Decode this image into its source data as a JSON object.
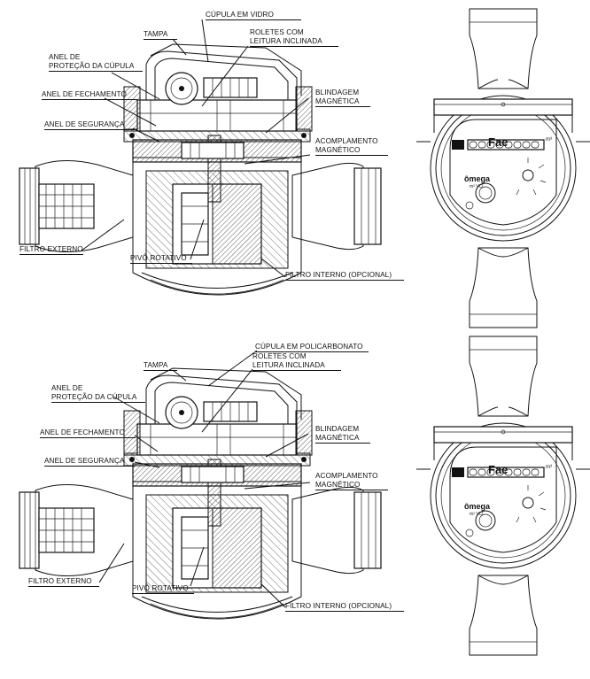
{
  "top": {
    "labels": {
      "cupula": "CÚPULA EM VIDRO",
      "tampa": "TAMPA",
      "roletes_1": "ROLETES COM",
      "roletes_2": "LEITURA INCLINADA",
      "anel_protecao_1": "ANEL DE",
      "anel_protecao_2": "PROTEÇÃO DA CÚPULA",
      "anel_fechamento": "ANEL DE FECHAMENTO",
      "blindagem_1": "BLINDAGEM",
      "blindagem_2": "MAGNÉTICA",
      "anel_seguranca": "ANEL DE SEGURANÇA",
      "acoplamento_1": "ACOMPLAMENTO",
      "acoplamento_2": "MAGNÉTICO",
      "filtro_externo": "FILTRO EXTERNO",
      "pivo": "PIVÔ ROTATIVO",
      "filtro_interno": "FILTRO INTERNO (OPCIONAL)"
    },
    "meter": {
      "brand": "Fae",
      "model": "ômega",
      "model_sub": "m³ VCI",
      "unit": "m³"
    }
  },
  "bottom": {
    "labels": {
      "cupula": "CÚPULA EM POLICARBONATO",
      "tampa": "TAMPA",
      "roletes_1": "ROLETES COM",
      "roletes_2": "LEITURA INCLINADA",
      "anel_protecao_1": "ANEL DE",
      "anel_protecao_2": "PROTEÇÃO DA CÚPULA",
      "anel_fechamento": "ANEL DE FECHAMENTO",
      "blindagem_1": "BLINDAGEM",
      "blindagem_2": "MAGNÉTICA",
      "anel_seguranca": "ANEL DE SEGURANÇA",
      "acoplamento_1": "ACOMPLAMENTO",
      "acoplamento_2": "MAGNÉTICO",
      "filtro_externo": "FILTRO EXTERNO",
      "pivo": "PIVÔ ROTATIVO",
      "filtro_interno": "FILTRO INTERNO (OPCIONAL)"
    },
    "meter": {
      "brand": "Fae",
      "model": "ômega",
      "model_sub": "m³ VCI",
      "unit": "m³"
    }
  }
}
